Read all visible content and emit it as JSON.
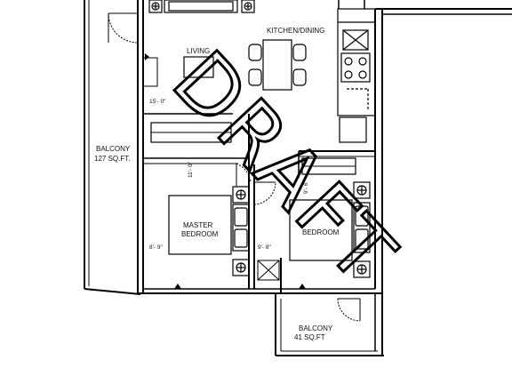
{
  "rooms": {
    "living": "LIVING",
    "kitchen_dining": "KITCHEN/DINING",
    "balcony_main": [
      "BALCONY",
      "127 SQ.FT."
    ],
    "master_bedroom": [
      "MASTER",
      "BEDROOM"
    ],
    "bedroom": "BEDROOM",
    "balcony_small": [
      "BALCONY",
      "41 SQ.FT"
    ]
  },
  "dimensions": {
    "living_width": "15'- 0\"",
    "living_depth": "11'- 0\"",
    "master_width": "8'- 9\"",
    "master_depth": "9'- 8\"",
    "bedroom_depth": "9'- 6\""
  },
  "watermark": "DRAFT"
}
